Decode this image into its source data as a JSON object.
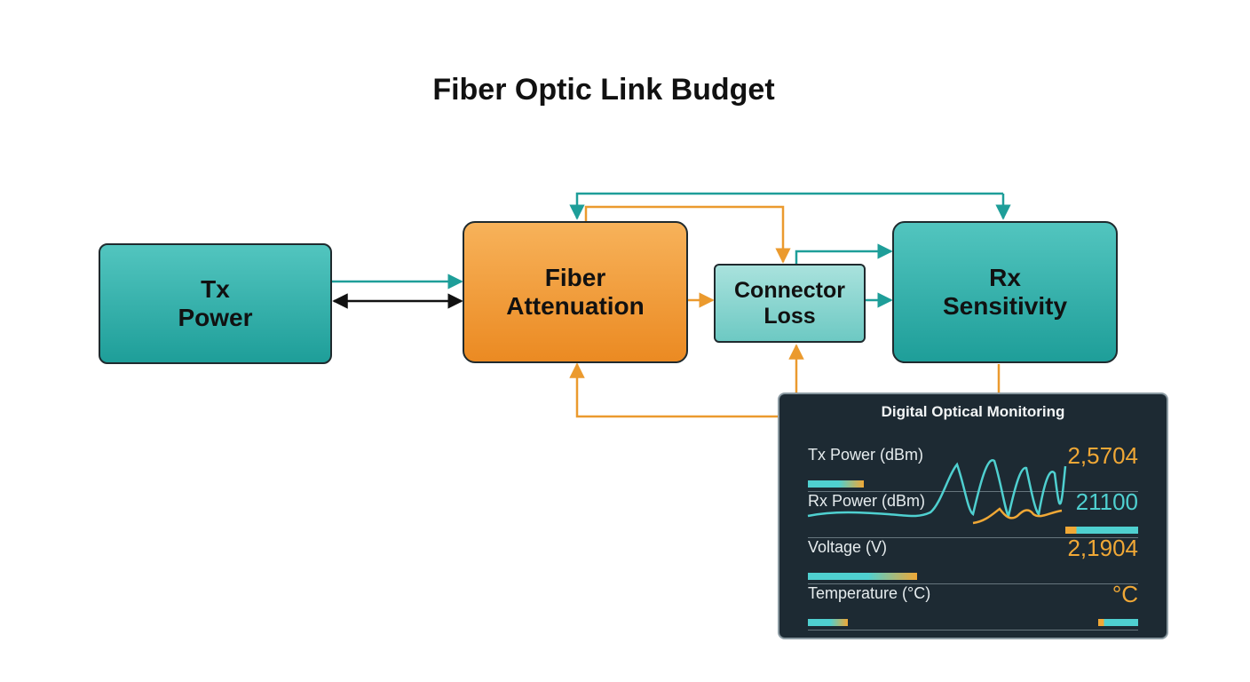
{
  "title": "Fiber Optic Link Budget",
  "colors": {
    "teal": "#1e9e99",
    "orange": "#eb8a22",
    "light_teal": "#8fd6d0",
    "panel_bg": "#1d2a33",
    "teal_value": "#4fd0d0",
    "orange_value": "#f0a836"
  },
  "blocks": {
    "tx_power": "Tx\nPower",
    "fiber_attenuation": "Fiber\nAttenuation",
    "connector_loss": "Connector\nLoss",
    "rx_sensitivity": "Rx\nSensitivity"
  },
  "monitor": {
    "title": "Digital Optical Monitoring",
    "rows": [
      {
        "label": "Tx Power (dBm)",
        "value": "2,5704",
        "value_color": "orange",
        "level": 0.17,
        "right_level": 0
      },
      {
        "label": "Rx Power (dBm)",
        "value": "21100",
        "value_color": "teal",
        "level": 0,
        "right_level": 0.22
      },
      {
        "label": "Voltage (V)",
        "value": "2,1904",
        "value_color": "orange",
        "level": 0.33,
        "right_level": 0
      },
      {
        "label": "Temperature (°C)",
        "value": "°C",
        "value_color": "orange",
        "level": 0.12,
        "right_level": 0.12
      }
    ]
  }
}
